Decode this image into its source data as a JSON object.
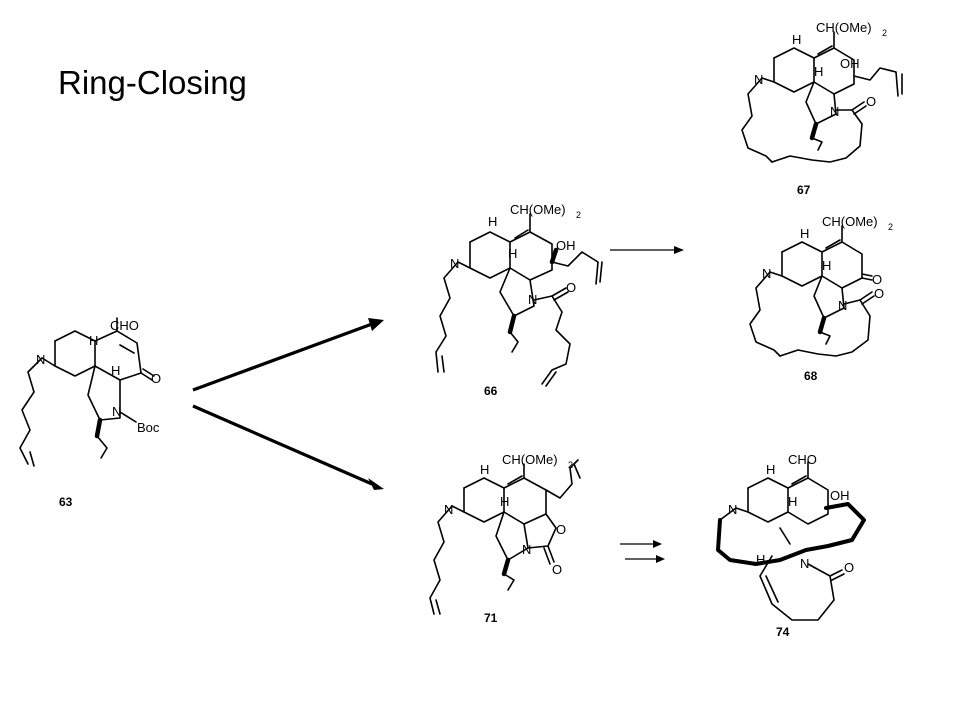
{
  "slide": {
    "title": "Ring-Closing"
  },
  "compounds": {
    "c63": {
      "number": "63",
      "atoms": {
        "cho": "CHO",
        "o": "O",
        "n_ring": "N",
        "n_amide": "N",
        "boc": "Boc",
        "h_top": "H",
        "h_mid": "H"
      }
    },
    "c66": {
      "number": "66",
      "atoms": {
        "ch": "CH(OMe)",
        "sub2": "2",
        "oh": "OH",
        "n_ring": "N",
        "n_amide": "N",
        "o": "O",
        "h_top": "H",
        "h_mid": "H"
      }
    },
    "c67": {
      "number": "67",
      "atoms": {
        "ch": "CH(OMe)",
        "sub2": "2",
        "oh": "OH",
        "n_ring": "N",
        "n_amide": "N",
        "o": "O",
        "h_top": "H",
        "h_mid": "H"
      }
    },
    "c68": {
      "number": "68",
      "atoms": {
        "ch": "CH(OMe)",
        "sub2": "2",
        "o_ket": "O",
        "n_ring": "N",
        "n_amide": "N",
        "o": "O",
        "h_top": "H",
        "h_mid": "H"
      }
    },
    "c71": {
      "number": "71",
      "atoms": {
        "ch": "CH(OMe)",
        "sub2": "2",
        "o_ring": "O",
        "o_carb": "O",
        "n_ring": "N",
        "n_amide": "N",
        "h_top": "H",
        "h_mid": "H"
      }
    },
    "c74": {
      "number": "74",
      "atoms": {
        "cho": "CHO",
        "oh": "OH",
        "n_ring": "N",
        "n_amide": "N",
        "o": "O",
        "h_top": "H",
        "h_mid": "H",
        "h_low": "H"
      }
    }
  }
}
